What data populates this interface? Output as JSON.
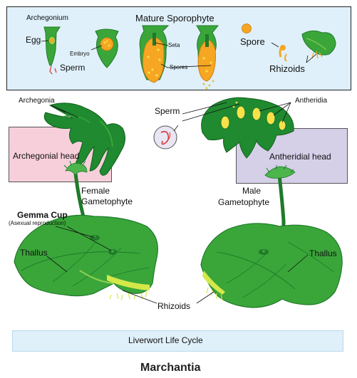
{
  "labels": {
    "archegonium": "Archegonium",
    "mature_sporophyte": "Mature Sporophyte",
    "egg": "Egg",
    "embryo": "Embryo",
    "sperm_top": "Sperm",
    "seta": "Seta",
    "spores": "Spores",
    "spore": "Spore",
    "rhizoids_top": "Rhizoids",
    "archegonia": "Archegonia",
    "sperm_mid": "Sperm",
    "antheridia": "Antheridia",
    "archegonial_head": "Archegonial head",
    "antheridial_head": "Antheridial head",
    "female_gametophyte_line1": "Female",
    "female_gametophyte_line2": "Gametophyte",
    "male_gametophyte_line1": "Male",
    "male_gametophyte_line2": "Gametophyte",
    "gemma_cup": "Gemma Cup",
    "asexual_reproduction": "(Asexual reproduction)",
    "thallus_left": "Thallus",
    "thallus_right": "Thallus",
    "rhizoids_bottom": "Rhizoids",
    "footer_title": "Liverwort Life Cycle",
    "caption": "Marchantia"
  },
  "colors": {
    "plant_green": "#3aa63a",
    "dark_green": "#1f7a2a",
    "light_green": "#8fd14f",
    "sporophyte_orange": "#f6a623",
    "spore_yellow": "#f7e24a",
    "archegonial_head_bg": "#f7cfdb",
    "antheridial_head_bg": "#d5cfe8",
    "info_bg": "#dff0fa"
  }
}
